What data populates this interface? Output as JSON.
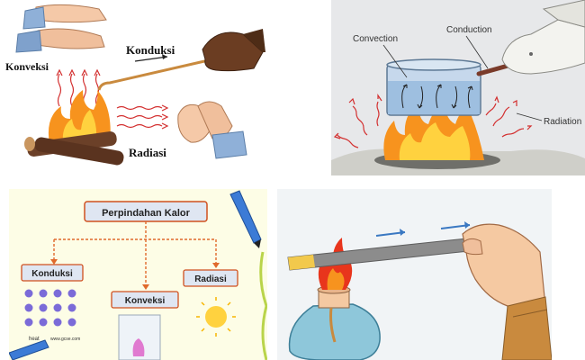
{
  "panel1": {
    "konveksi": "Konveksi",
    "konduksi": "Konduksi",
    "radiasi": "Radiasi"
  },
  "panel2": {
    "convection": "Convection",
    "conduction": "Conduction",
    "radiation": "Radiation"
  },
  "panel3": {
    "title": "Perpindahan Kalor",
    "konduksi": "Konduksi",
    "konveksi": "Konveksi",
    "radiasi": "Radiasi",
    "heat": "heat",
    "credit": "www.gcse.com"
  },
  "colors": {
    "flame": "#f7931e",
    "flame_inner": "#ffd23f",
    "wave": "#d32f2f",
    "arrow_blue": "#3a78c2",
    "box_border": "#d0501f",
    "atom": "#7b6bd8"
  },
  "icons": [
    "hand-icon",
    "glove-icon",
    "fire-icon",
    "pot-icon",
    "sun-icon",
    "atom-lattice-icon",
    "beaker-icon",
    "burner-icon",
    "pen-icon"
  ]
}
